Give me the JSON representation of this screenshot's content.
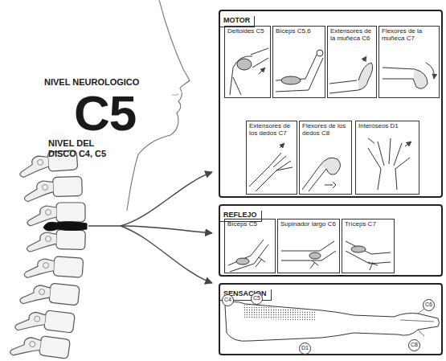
{
  "diagram": {
    "nodes": [
      {
        "text": [
          "MOTOR"
        ]
      },
      {
        "text": [
          "Deltoides C5"
        ],
        "in": 0
      },
      {
        "text": [
          "Bíceps C5,6"
        ],
        "in": 0
      },
      {
        "text": [
          "Extensores de la muñeca C6"
        ],
        "in": 0
      },
      {
        "text": [
          "Flexores de la muñeca C7"
        ],
        "in": 0
      },
      {
        "text": [
          "Extensores de los dedos C7"
        ],
        "in": 0
      },
      {
        "text": [
          "Flexores de los dedos C8"
        ],
        "in": 0
      },
      {
        "text": [
          "Interóseos D1"
        ],
        "in": 0
      },
      {
        "text": [
          "REFLEJO"
        ]
      },
      {
        "text": [
          "Bíceps C5"
        ],
        "in": 8
      },
      {
        "text": [
          "Supinador largo C6"
        ],
        "in": 8
      },
      {
        "text": [
          "Tríceps C7"
        ],
        "in": 8
      },
      {
        "text": [
          "SENSACION"
        ]
      }
    ],
    "labels": [
      "NIVEL NEUROLOGICO",
      "C5",
      "NIVEL DEL DISCO C4, C5",
      "C4",
      "C5",
      "D1",
      "C6",
      "C8"
    ]
  }
}
